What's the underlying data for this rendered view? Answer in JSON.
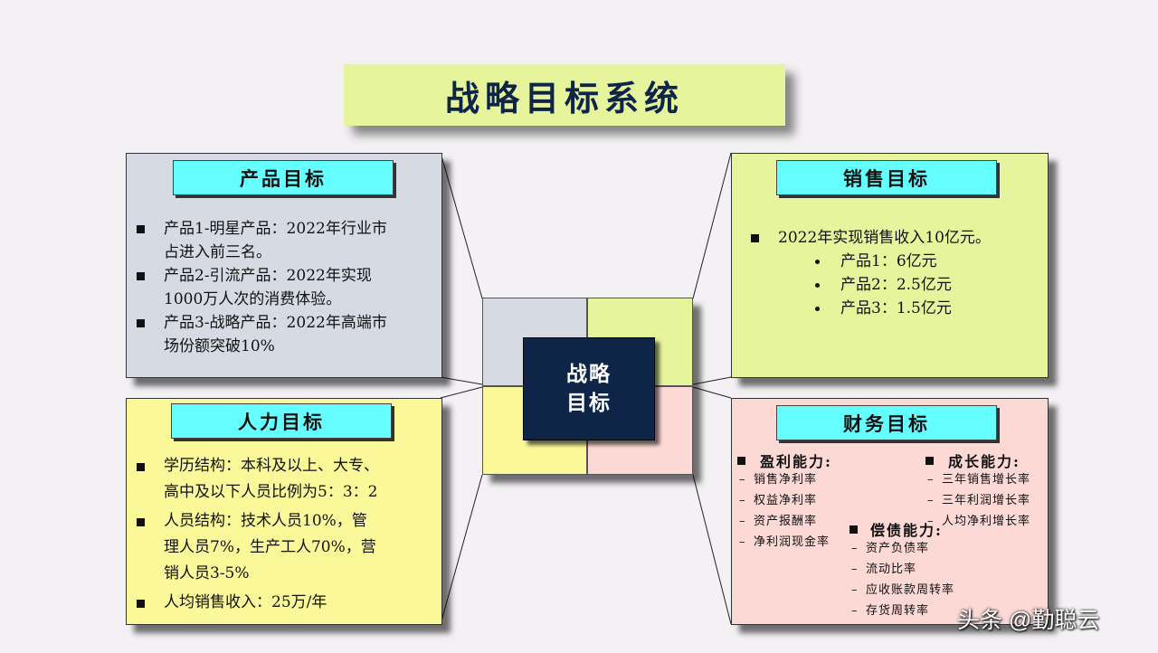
{
  "title": "战略目标系统",
  "center": {
    "line1": "战略",
    "line2": "目标"
  },
  "product": {
    "header": "产品目标",
    "items": [
      {
        "l1": "产品1-明星产品：2022年行业市",
        "l2": "占进入前三名。"
      },
      {
        "l1": "产品2-引流产品：2022年实现",
        "l2": "1000万人次的消费体验。"
      },
      {
        "l1": "产品3-战略产品：2022年高端市",
        "l2": "场份额突破10%"
      }
    ]
  },
  "sales": {
    "header": "销售目标",
    "main": "2022年实现销售收入10亿元。",
    "subs": [
      "产品1：6亿元",
      "产品2：2.5亿元",
      "产品3：1.5亿元"
    ]
  },
  "hr": {
    "header": "人力目标",
    "items": [
      {
        "lines": [
          "学历结构：本科及以上、大专、",
          "高中及以下人员比例为5：3：2"
        ]
      },
      {
        "lines": [
          "人员结构：技术人员10%，管",
          "理人员7%，生产工人70%，营",
          "销人员3-5%"
        ]
      },
      {
        "lines": [
          "人均销售收入：25万/年"
        ]
      }
    ]
  },
  "finance": {
    "header": "财务目标",
    "profit": {
      "title": "盈利能力:",
      "items": [
        "销售净利率",
        "权益净利率",
        "资产报酬率",
        "净利润现金率"
      ]
    },
    "growth": {
      "title": "成长能力:",
      "items": [
        "三年销售增长率",
        "三年利润增长率",
        "人均净利增长率"
      ]
    },
    "solvency": {
      "title": "偿债能力:",
      "items": [
        "资产负债率",
        "流动比率",
        "应收账款周转率",
        "存货周转率"
      ]
    }
  },
  "watermark": "头条 @勤聪云",
  "colors": {
    "title_bg": "#e6f59c",
    "title_text": "#0e2548",
    "product_bg": "#d6dbe3",
    "sales_bg": "#e6f59c",
    "hr_bg": "#fbf89a",
    "finance_bg": "#fcd9d5",
    "header_bg": "#66ffff",
    "center_bg": "#0e2548"
  }
}
